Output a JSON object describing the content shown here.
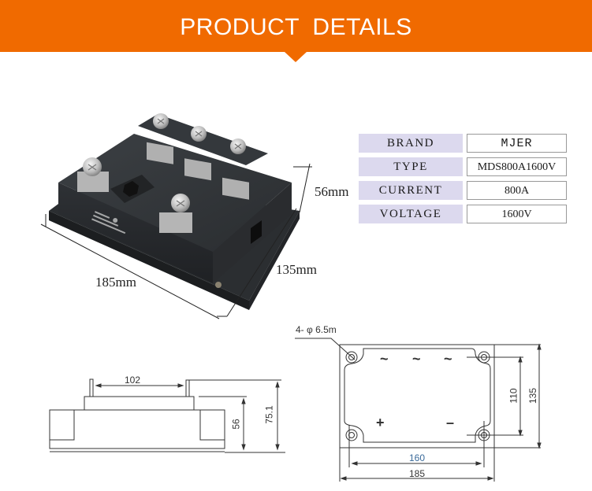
{
  "banner": {
    "title": "PRODUCT  DETAILS",
    "color": "#f06a00"
  },
  "specs": [
    {
      "label": "BRAND",
      "value": "MJER"
    },
    {
      "label": "TYPE",
      "value": "MDS800A1600V"
    },
    {
      "label": "CURRENT",
      "value": "800A"
    },
    {
      "label": "VOLTAGE",
      "value": "1600V"
    }
  ],
  "photo": {
    "subject": "black rectifier bridge module with five screw terminals",
    "dimensions": {
      "length": "185mm",
      "width": "135mm",
      "height": "56mm"
    }
  },
  "side_drawing": {
    "terminal_spacing": "102",
    "body_height": "56",
    "total_height": "75.1"
  },
  "top_drawing": {
    "hole_note": "4- φ 6.5m",
    "terminal_symbols": [
      "~",
      "~",
      "~",
      "+",
      "–"
    ],
    "hole_spacing_x": "160",
    "overall_length": "185",
    "hole_spacing_y": "110",
    "overall_width": "135"
  }
}
